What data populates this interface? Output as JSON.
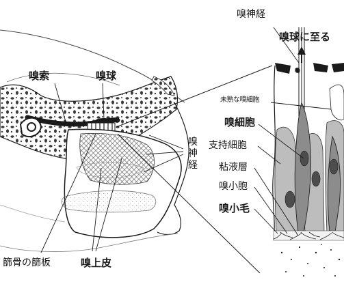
{
  "diagram": {
    "labels": {
      "olfactory_tract": "嗅索",
      "olfactory_bulb": "嗅球",
      "olfactory_nerve_vertical": "嗅神経",
      "cribriform_plate": "篩骨の篩板",
      "olfactory_epithelium": "嗅上皮",
      "olfactory_nerve_top": "嗅神経",
      "to_olfactory_bulb": "嗅球に至る",
      "immature_olfactory_cell": "未熟な嗅細胞",
      "olfactory_cell": "嗅細胞",
      "supporting_cell": "支持細胞",
      "mucus_layer": "粘液層",
      "olfactory_vesicle": "嗅小胞",
      "olfactory_cilia": "嗅小毛"
    },
    "colors": {
      "line": "#1a1a1a",
      "bone_texture": "#3a3a3a",
      "cell_fill": "#8c8c8c",
      "nucleus_fill": "#4d4d4d",
      "background": "#ffffff"
    }
  }
}
